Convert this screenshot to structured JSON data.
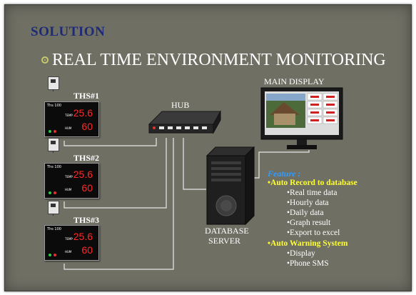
{
  "slide": {
    "heading": "SOLUTION",
    "title": "REAL TIME ENVIRONMENT MONITORING"
  },
  "diagram": {
    "hub_label": "HUB",
    "main_display_label": "MAIN DISPLAY",
    "server_label_line1": "DATABASE",
    "server_label_line2": "SERVER",
    "units": [
      {
        "label": "THS#1",
        "brand": "Ths 100",
        "temp_tag": "TEMP",
        "hum_tag": "HUM",
        "temp": "25.6",
        "hum": "60"
      },
      {
        "label": "THS#2",
        "brand": "Ths 100",
        "temp_tag": "TEMP",
        "hum_tag": "HUM",
        "temp": "25.6",
        "hum": "60"
      },
      {
        "label": "THS#3",
        "brand": "Ths 100",
        "temp_tag": "TEMP",
        "hum_tag": "HUM",
        "temp": "25.6",
        "hum": "60"
      }
    ]
  },
  "features": {
    "title": "Feature :",
    "groups": [
      {
        "heading": "•Auto  Record to database",
        "items": [
          "•Real time data",
          "•Hourly data",
          "•Daily data",
          "•Graph result",
          "•Export to excel"
        ]
      },
      {
        "heading": "•Auto Warning System",
        "items": [
          "•Display",
          "•Phone SMS"
        ]
      }
    ]
  },
  "colors": {
    "background": "#6f6f64",
    "heading": "#1e2a78",
    "feature_title": "#2f9cff",
    "feature_heading": "#ffff33",
    "display_value": "#ff2a2a"
  }
}
